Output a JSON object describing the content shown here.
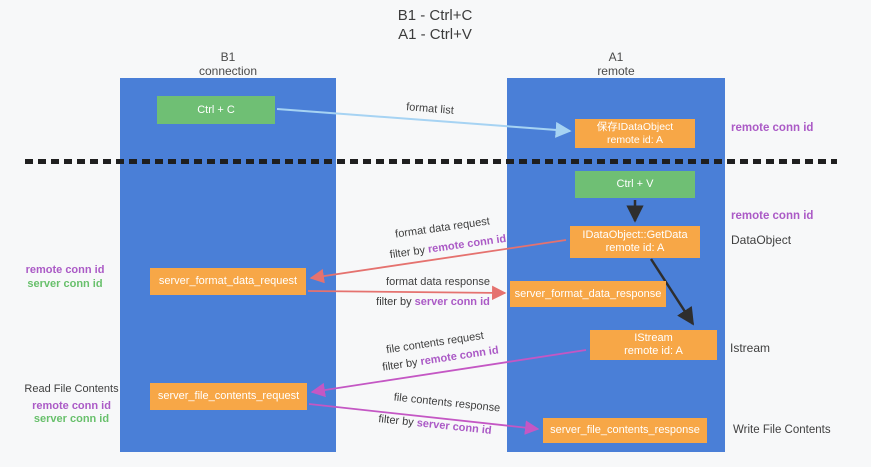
{
  "title": {
    "line1": "B1 - Ctrl+C",
    "line2": "A1 - Ctrl+V"
  },
  "lanes": {
    "left": {
      "name": "B1",
      "role": "connection"
    },
    "right": {
      "name": "A1",
      "role": "remote"
    }
  },
  "boxes": {
    "ctrl_c": {
      "label": "Ctrl + C"
    },
    "save_dataobject": {
      "line1": "保存IDataObject",
      "line2": "remote id: A"
    },
    "ctrl_v": {
      "label": "Ctrl + V"
    },
    "getdata": {
      "line1": "IDataObject::GetData",
      "line2": "remote id: A"
    },
    "format_request": {
      "label": "server_format_data_request"
    },
    "format_response": {
      "label": "server_format_data_response"
    },
    "istream": {
      "line1": "IStream",
      "line2": "remote id: A"
    },
    "file_request": {
      "label": "server_file_contents_request"
    },
    "file_response": {
      "label": "server_file_contents_response"
    }
  },
  "arrow_labels": {
    "format_list": "format list",
    "format_data_request": "format data request",
    "format_data_request_filter_prefix": "filter by ",
    "format_data_request_filter_id": "remote conn id",
    "format_data_response": "format data response",
    "format_data_response_filter_prefix": "filter by ",
    "format_data_response_filter_id": "server conn id",
    "file_contents_request": "file contents request",
    "file_contents_request_filter_prefix": "filter by ",
    "file_contents_request_filter_id": "remote conn id",
    "file_contents_response": "file contents response",
    "file_contents_response_filter_prefix": "filter by ",
    "file_contents_response_filter_id": "server conn id"
  },
  "side_labels": {
    "right_top_conn_id": "remote conn id",
    "right_mid_conn_id": "remote conn id",
    "right_dataobject": "DataObject",
    "right_istream": "Istream",
    "right_write": "Write File Contents",
    "left_mid_remote": "remote conn id",
    "left_mid_server": "server conn id",
    "left_read": "Read File Contents",
    "left_bottom_remote": "remote conn id",
    "left_bottom_server": "server conn id"
  },
  "colors": {
    "lane_blue": "#4a7fd7",
    "box_orange": "#f7a747",
    "box_green": "#6fbf74",
    "arrow_light_blue": "#a6d3f3",
    "arrow_red": "#e5726f",
    "arrow_magenta": "#c457c4",
    "arrow_black": "#2e2e2e",
    "label_purple": "#ab5ac6",
    "label_green": "#68c06c"
  }
}
